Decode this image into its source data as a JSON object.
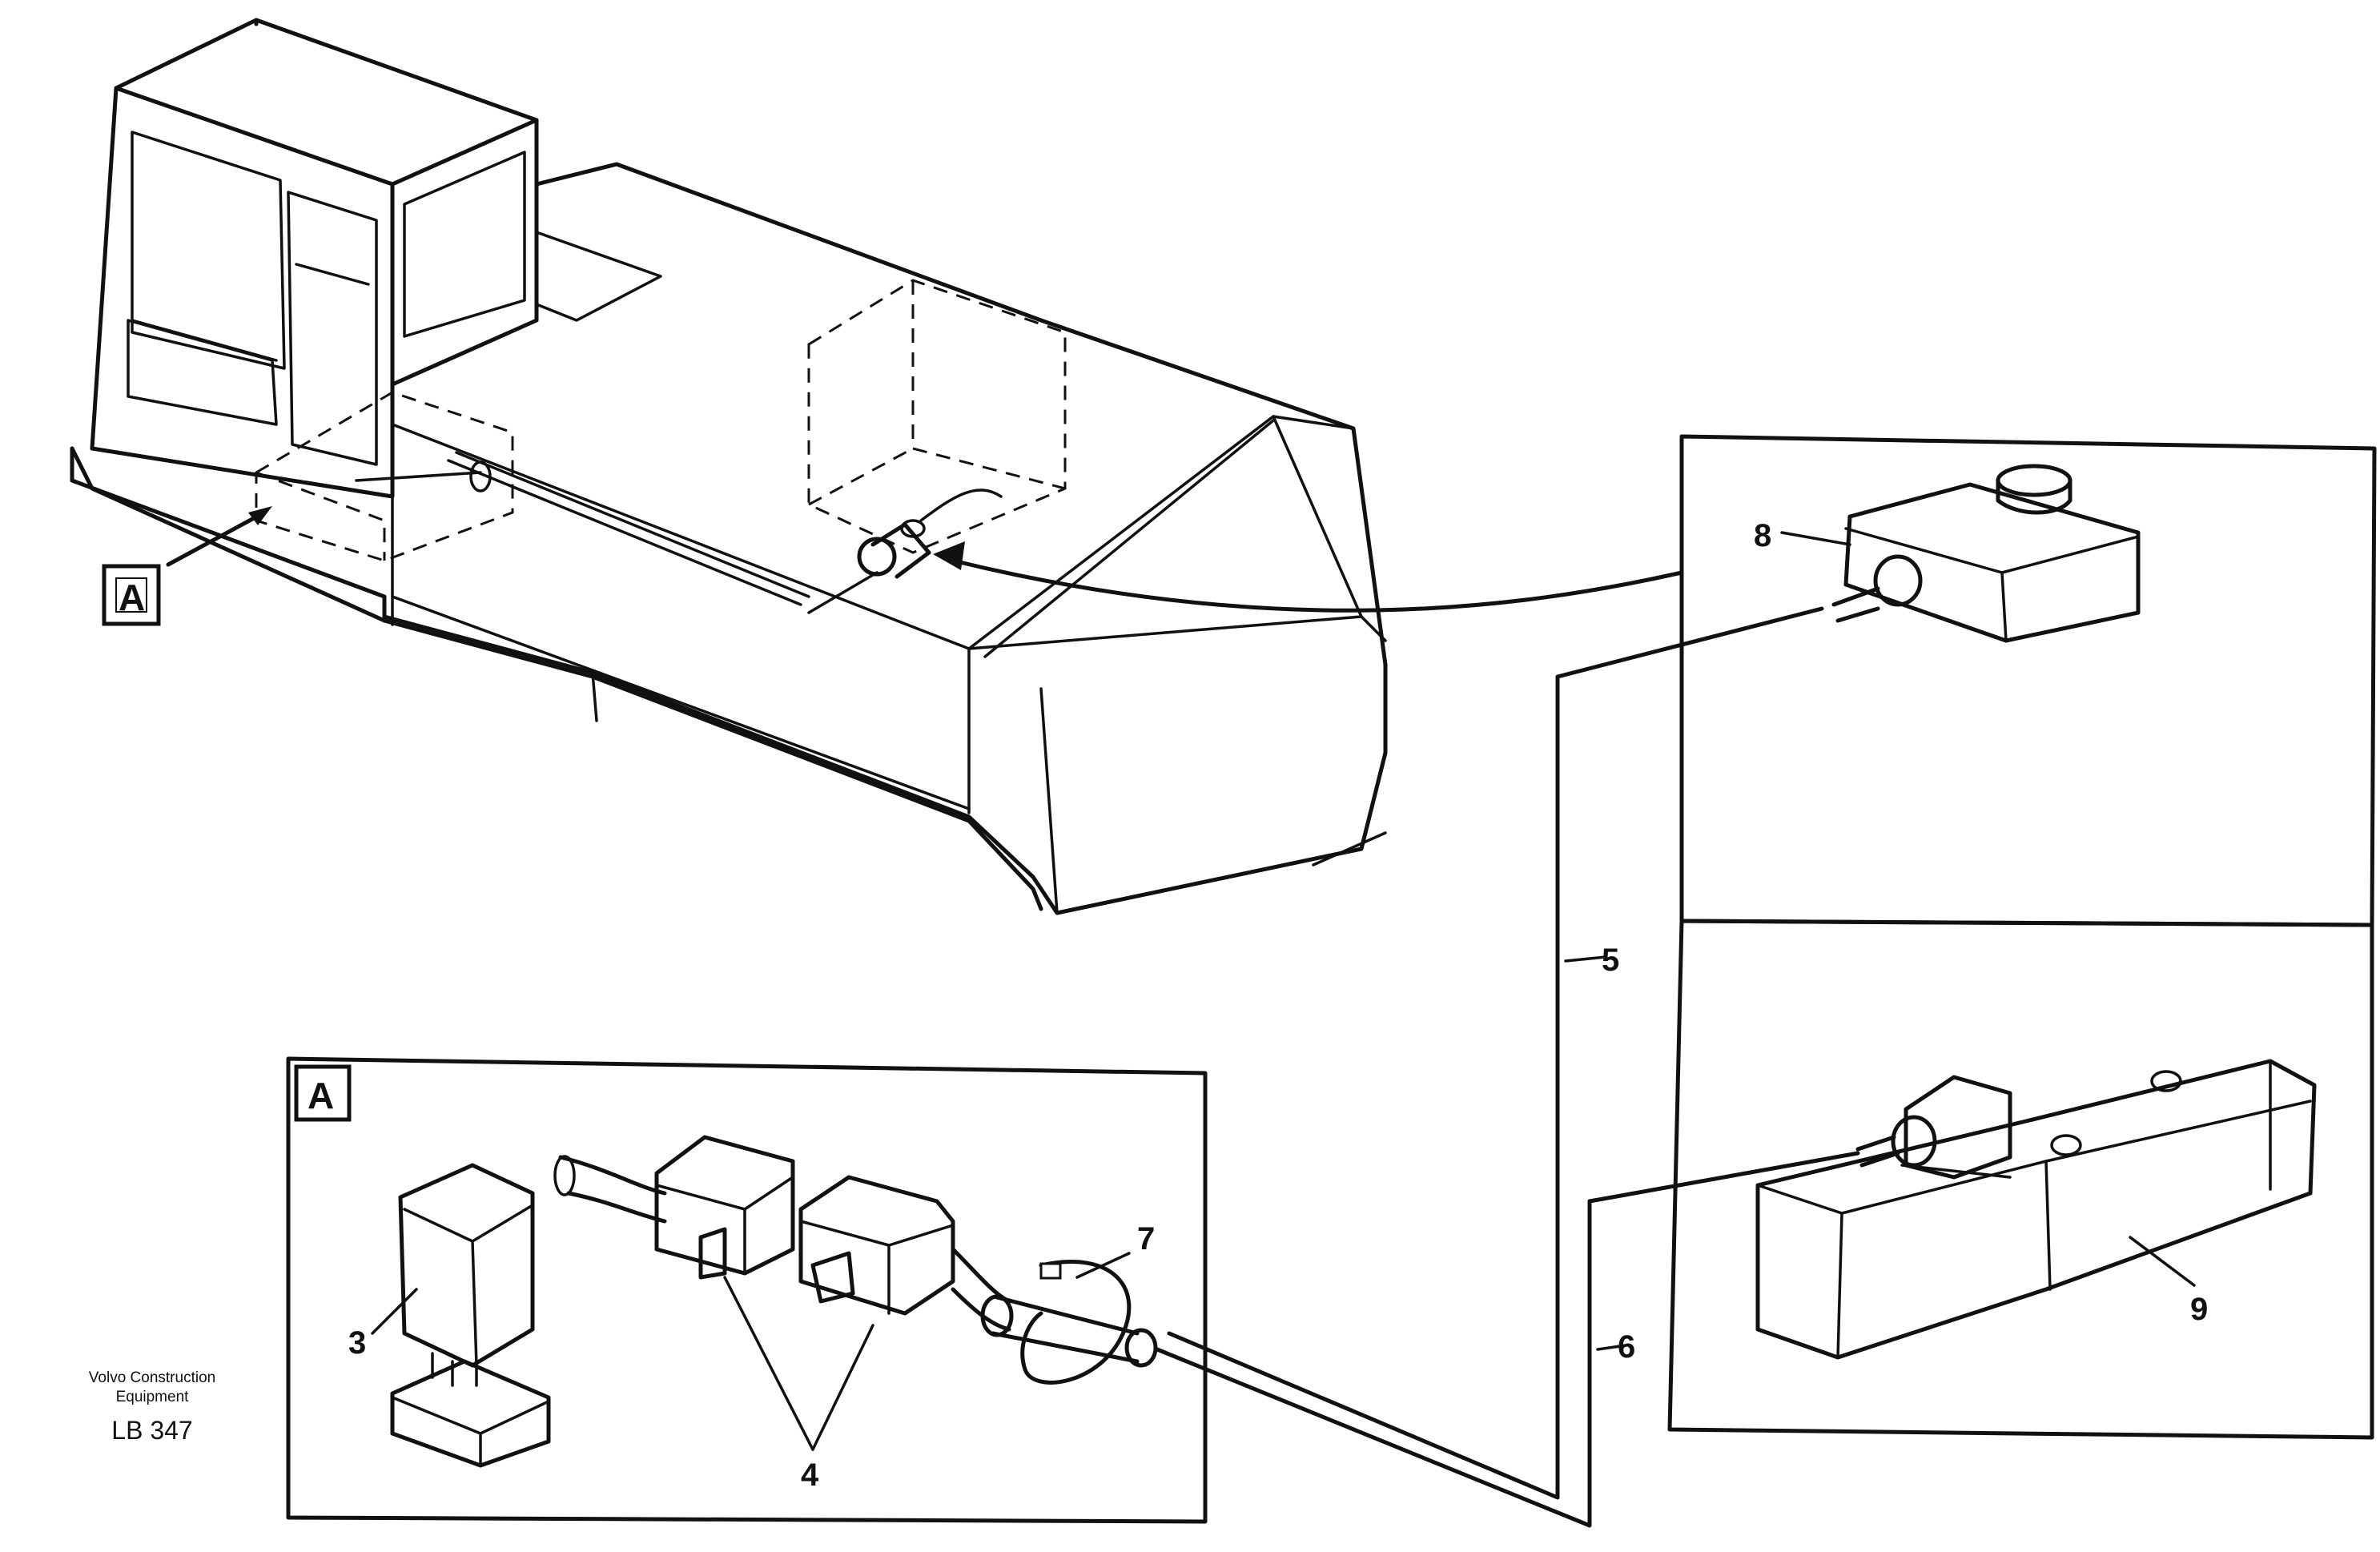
{
  "callouts": {
    "a_main": "A",
    "a_detail": "A",
    "n3": "3",
    "n4": "4",
    "n5": "5",
    "n6": "6",
    "n7": "7",
    "n8": "8",
    "n9": "9"
  },
  "footer": {
    "company_line1": "Volvo Construction",
    "company_line2": "Equipment",
    "code": "LB 347"
  }
}
